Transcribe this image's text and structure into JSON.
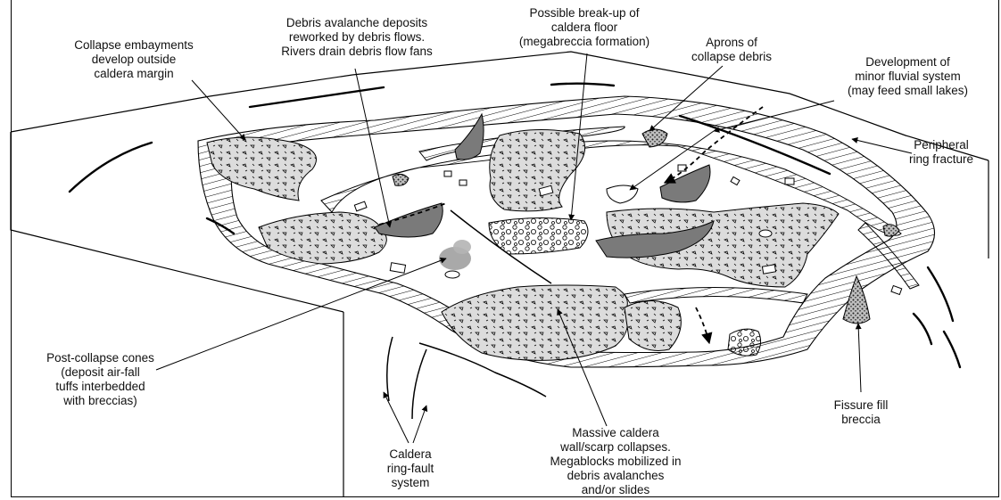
{
  "labels": {
    "collapse_embayments": [
      "Collapse embayments",
      "develop outside",
      "caldera margin"
    ],
    "debris_avalanche": [
      "Debris avalanche deposits",
      "reworked by debris flows.",
      "Rivers drain debris flow fans"
    ],
    "breakup": [
      "Possible break-up of",
      "caldera floor",
      "(megabreccia formation)"
    ],
    "aprons": [
      "Aprons of",
      "collapse debris"
    ],
    "fluvial": [
      "Development of",
      "minor fluvial system",
      "(may feed small lakes)"
    ],
    "peripheral": [
      "Peripheral",
      "ring fracture"
    ],
    "post_collapse": [
      "Post-collapse cones",
      "(deposit air-fall",
      "tuffs interbedded",
      "with breccias)"
    ],
    "ring_fault": [
      "Caldera",
      "ring-fault",
      "system"
    ],
    "massive_caldera": [
      "Massive caldera",
      "wall/scarp collapses.",
      "Megablocks mobilized in",
      "debris avalanches",
      "and/or slides"
    ],
    "fissure_fill": [
      "Fissure fill",
      "breccia"
    ]
  },
  "colors": {
    "debris_fill": "#d9d9d9",
    "fan_fill": "#7a7a7a",
    "cone_fill": "#8a8a8a",
    "line": "#000000"
  }
}
